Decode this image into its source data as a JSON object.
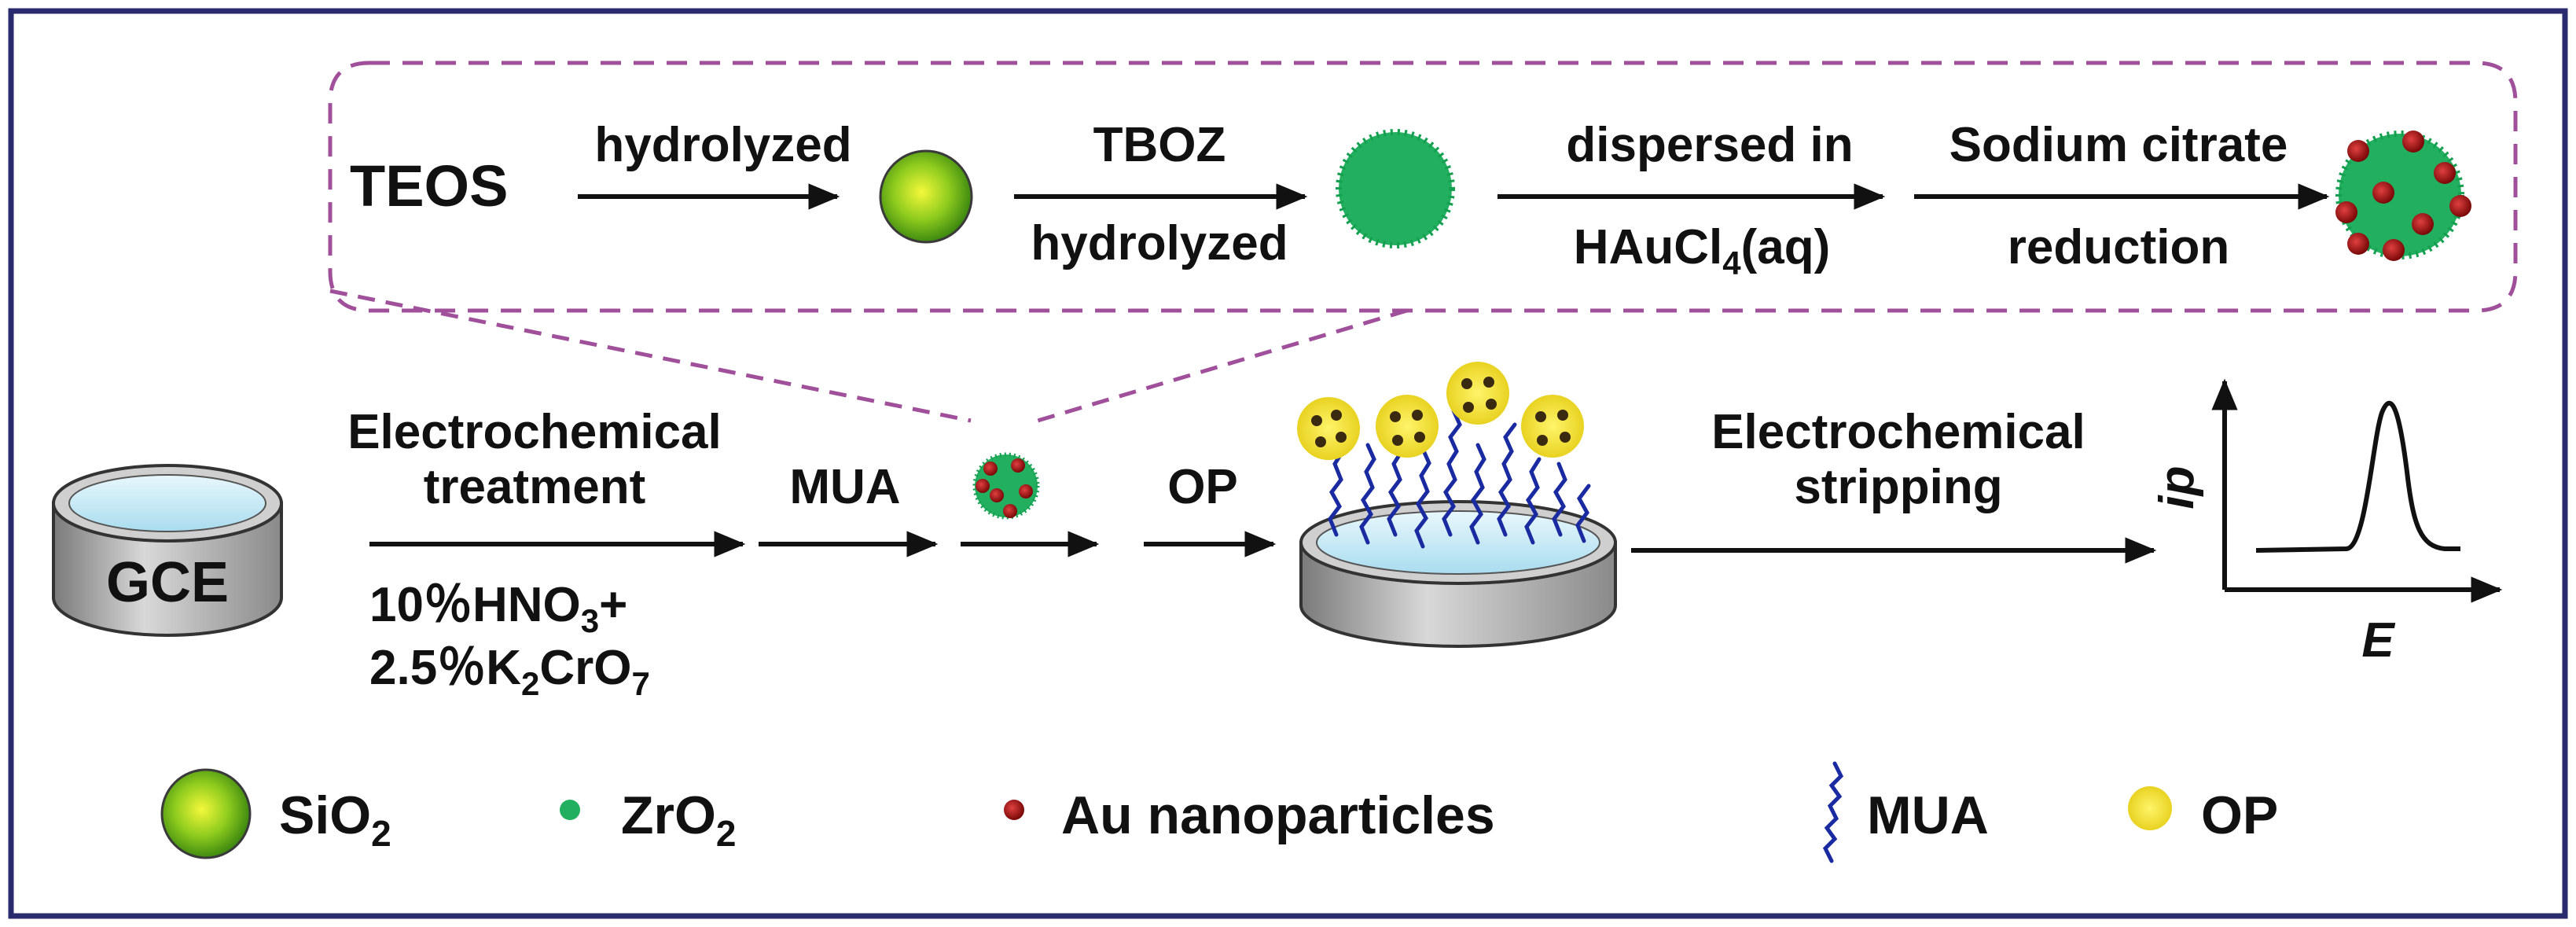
{
  "synthesis": {
    "start": "TEOS",
    "step1": {
      "above": "hydrolyzed"
    },
    "step2": {
      "above": "TBOZ",
      "below": "hydrolyzed"
    },
    "step3": {
      "above": "dispersed in",
      "below_main": "HAuCl",
      "below_sub": "4",
      "below_tail": "(aq)"
    },
    "step4": {
      "above": "Sodium citrate",
      "below": "reduction"
    }
  },
  "electrode": {
    "label": "GCE",
    "step1": {
      "line1": "Electrochemical",
      "line2": "treatment"
    },
    "reagent1": {
      "a": "10％HNO",
      "b": "3",
      "c": "+"
    },
    "reagent2": {
      "a": "2.5％K",
      "b": "2",
      "c": "CrO",
      "d": "7"
    },
    "step2": "MUA",
    "step3": "OP",
    "step4": {
      "line1": "Electrochemical",
      "line2": "stripping"
    }
  },
  "plot": {
    "ylabel": "ip",
    "xlabel": "E"
  },
  "legend": {
    "sio2": {
      "main": "SiO",
      "sub": "2"
    },
    "zro2": {
      "main": "ZrO",
      "sub": "2"
    },
    "au": "Au nanoparticles",
    "mua": "MUA",
    "op": "OP"
  },
  "colors": {
    "frame": "#2a2a6e",
    "dash": "#a0509a",
    "sio2": "#7cc21a",
    "zro2": "#22b060",
    "au": "#b01818",
    "mua": "#1a2aa0",
    "op": "#f0e020",
    "electrode_top": "#bfe6f4"
  }
}
